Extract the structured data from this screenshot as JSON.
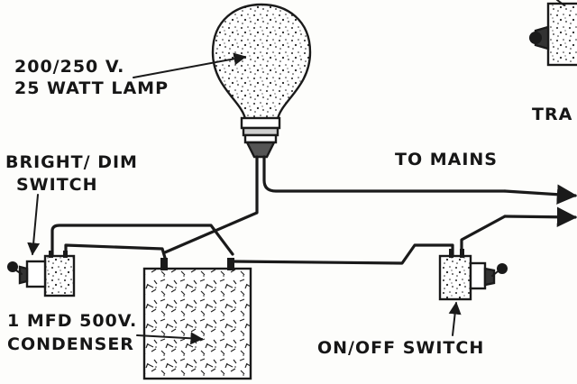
{
  "labels": {
    "lamp_line1": "200/250 V.",
    "lamp_line2": "25 WATT LAMP",
    "dim_switch_line1": "BRIGHT/ DIM",
    "dim_switch_line2": "SWITCH",
    "mains": "TO MAINS",
    "condenser_line1": "1 MFD 500V.",
    "condenser_line2": "CONDENSER",
    "onoff_switch": "ON/OFF SWITCH",
    "cropped_label": "TRA"
  },
  "colors": {
    "ink": "#1a1a1a",
    "paper": "#fdfdfb",
    "component_fill": "#ffffff"
  },
  "icons": [
    "lamp-icon",
    "toggle-switch-icon",
    "condenser-icon",
    "arrow-icon"
  ]
}
